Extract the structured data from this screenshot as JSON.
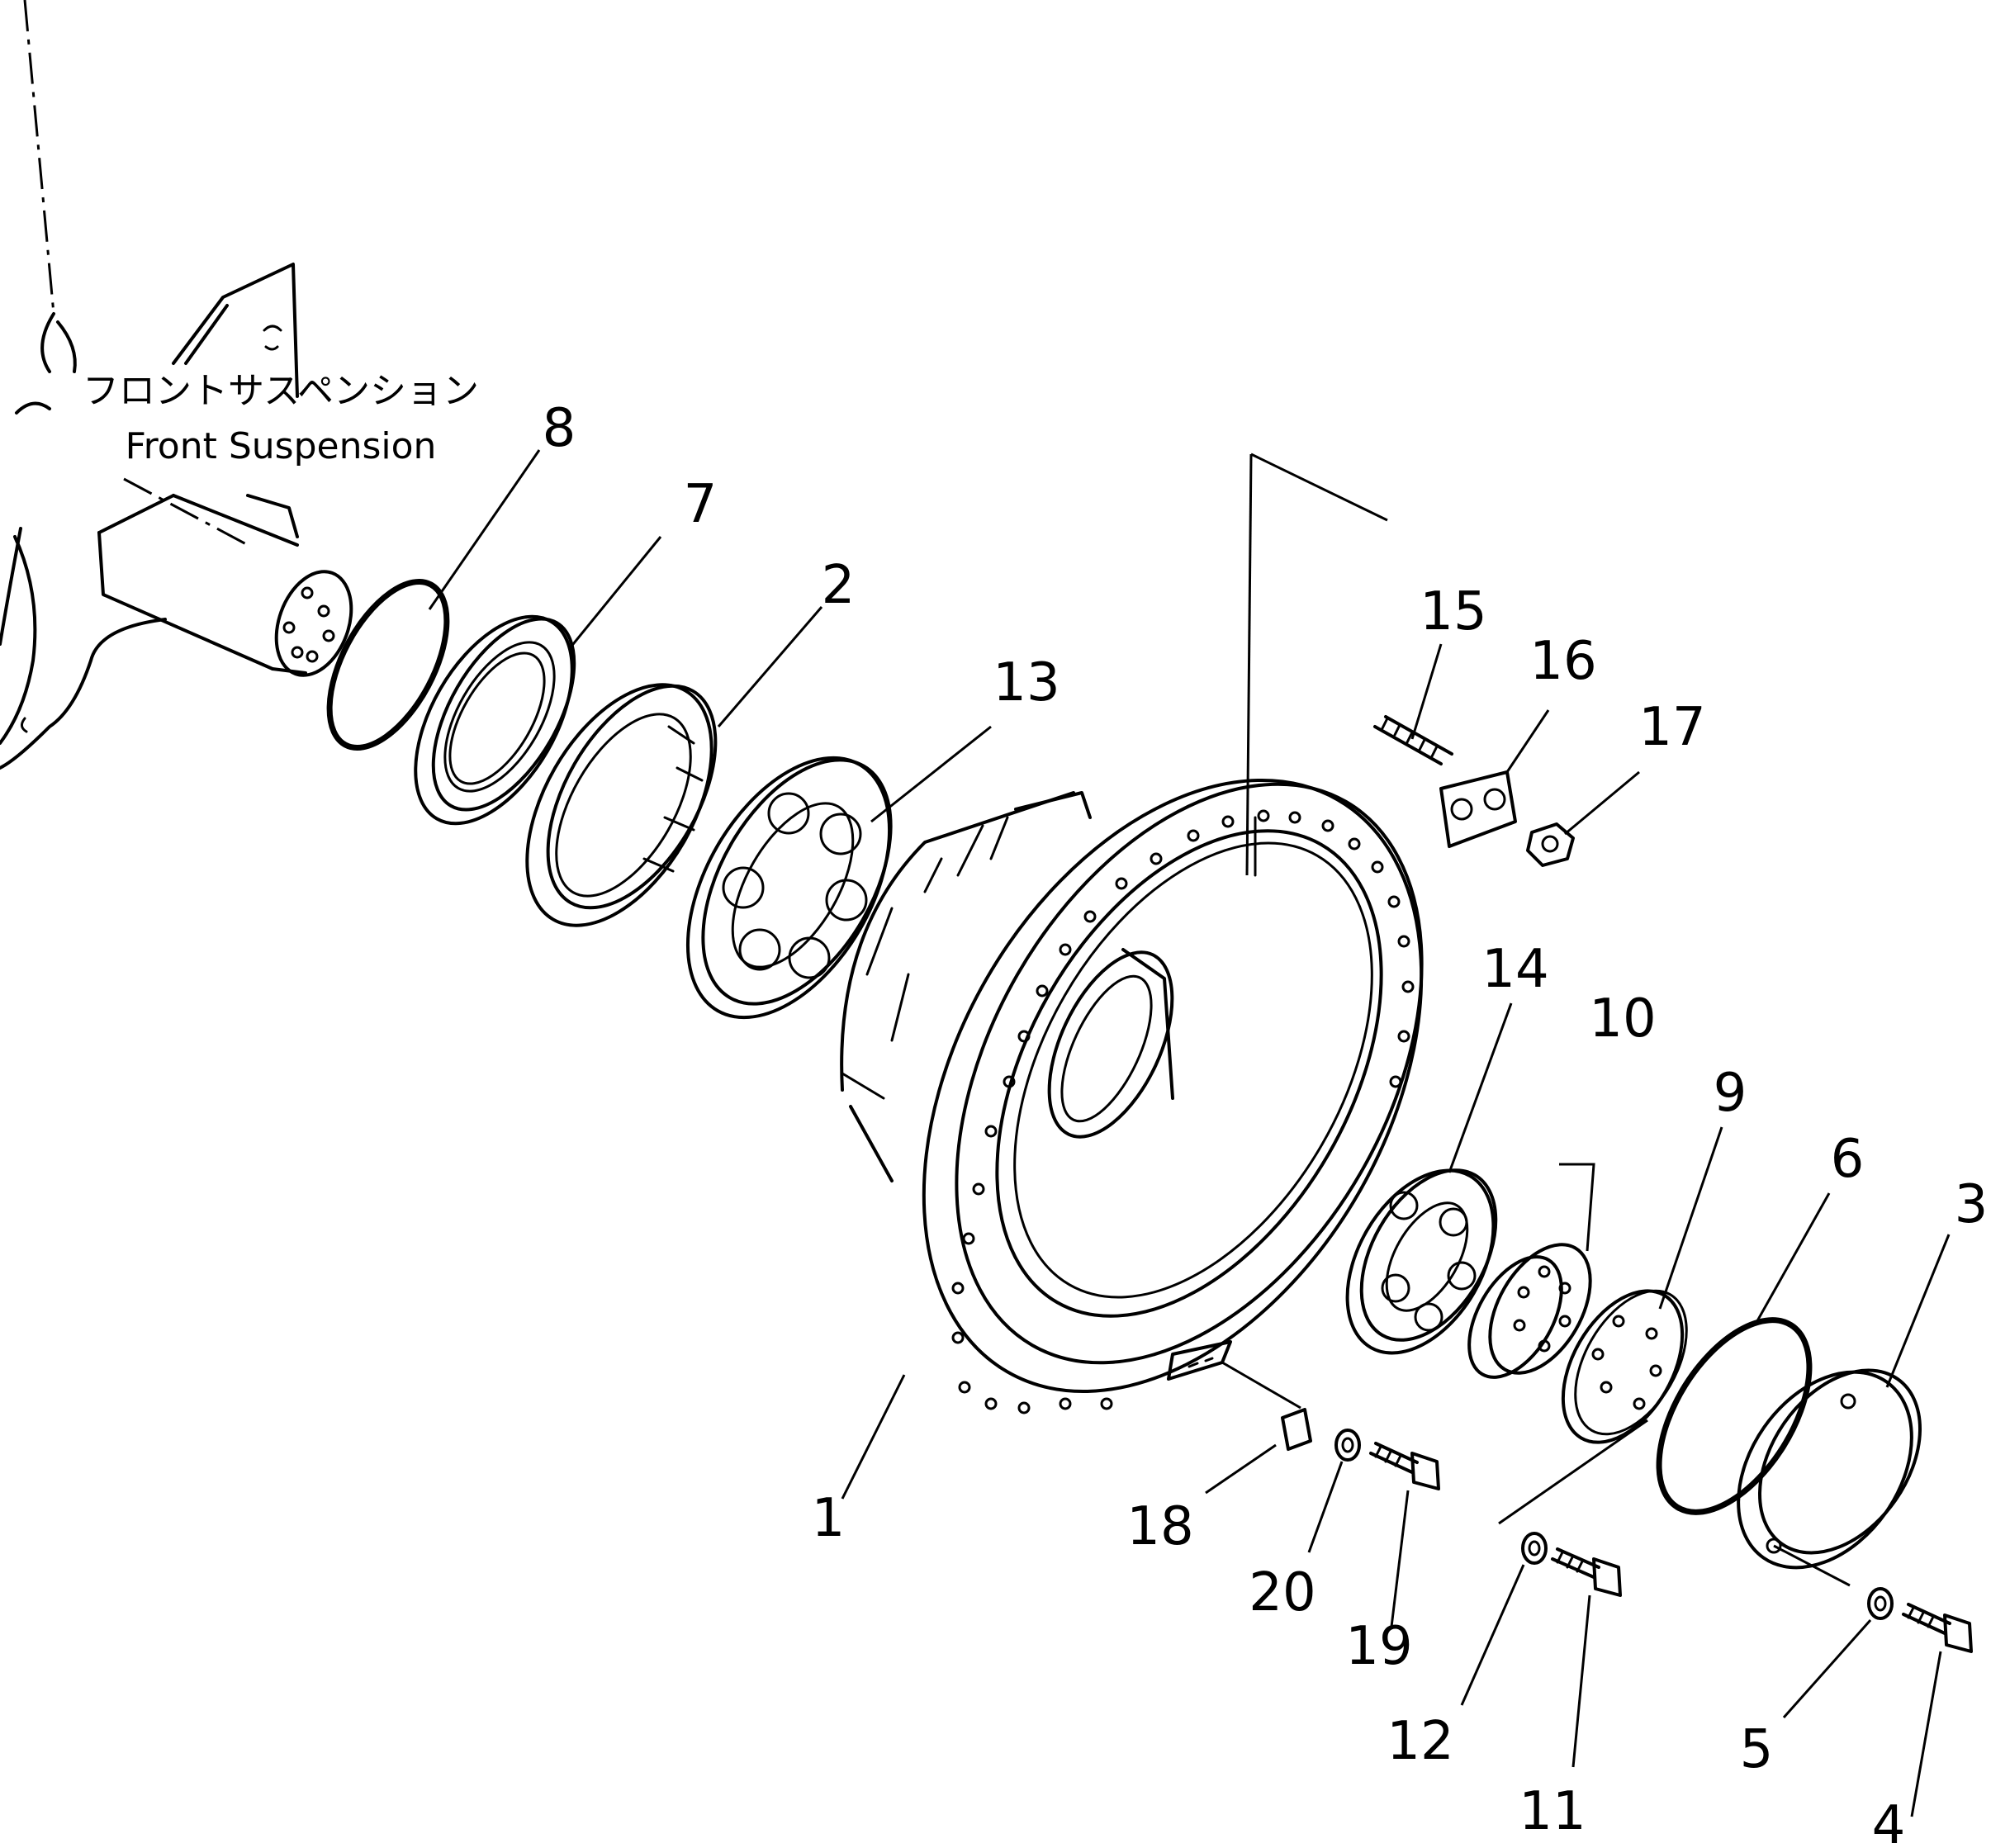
{
  "labels": {
    "assembly_jp": "フロントサスペンション",
    "assembly_en": "Front Suspension"
  },
  "callouts": {
    "c1": "1",
    "c2": "2",
    "c3": "3",
    "c4": "4",
    "c5": "5",
    "c6": "6",
    "c7": "7",
    "c8": "8",
    "c9": "9",
    "c10": "10",
    "c11": "11",
    "c12": "12",
    "c13": "13",
    "c14": "14",
    "c15": "15",
    "c16": "16",
    "c17": "17",
    "c18": "18",
    "c19": "19",
    "c20": "20"
  }
}
